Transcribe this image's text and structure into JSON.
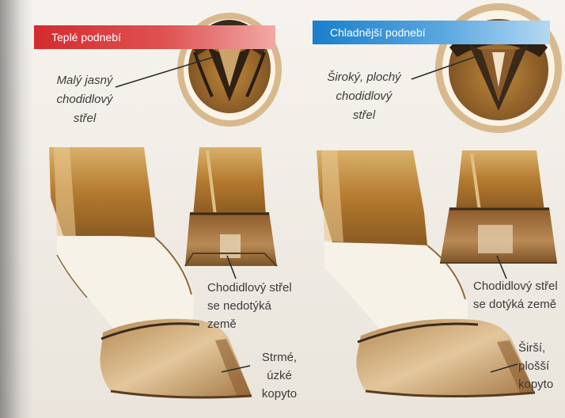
{
  "warm": {
    "banner": "Teplé podnebí",
    "frog_label": [
      "Malý jasný",
      "chodidlový",
      "střel"
    ],
    "frog_caption": [
      "Chodidlový střel",
      "se nedotýká",
      "země"
    ],
    "hoof_caption": [
      "Strmé,",
      "úzké",
      "kopyto"
    ]
  },
  "cold": {
    "banner": "Chladnější podnebí",
    "frog_label": [
      "Široký, plochý",
      "chodidlový",
      "střel"
    ],
    "frog_caption": [
      "Chodidlový střel",
      "se dotýká země"
    ],
    "hoof_caption": [
      "Širší,",
      "plošší",
      "kopyto"
    ]
  },
  "colors": {
    "warm_banner": "#d32b2f",
    "cold_banner": "#1a7fcb",
    "hair": "#b98a3c",
    "hoof_wall": "#c9a06a",
    "skin": "#f4efe4"
  }
}
